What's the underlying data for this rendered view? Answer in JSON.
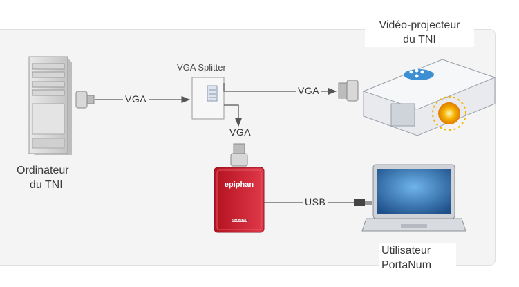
{
  "nodes": {
    "computer": {
      "label_line1": "Ordinateur",
      "label_line2": "du TNI"
    },
    "splitter": {
      "label": "VGA Splitter"
    },
    "projector": {
      "label_line1": "Vidéo-projecteur",
      "label_line2": "du TNI"
    },
    "capture": {
      "brand": "epiphan",
      "model": "VGA2USB"
    },
    "laptop": {
      "label_line1": "Utilisateur",
      "label_line2": "PortaNum"
    }
  },
  "edges": [
    {
      "from": "computer",
      "to": "splitter",
      "label": "VGA"
    },
    {
      "from": "splitter",
      "to": "projector",
      "label": "VGA"
    },
    {
      "from": "splitter",
      "to": "capture",
      "label": "VGA"
    },
    {
      "from": "capture",
      "to": "laptop",
      "label": "USB"
    }
  ],
  "colors": {
    "capture_body": "#c8202f",
    "laptop_screen": "#2a6fb0",
    "projector_glow": "#f5b400"
  }
}
